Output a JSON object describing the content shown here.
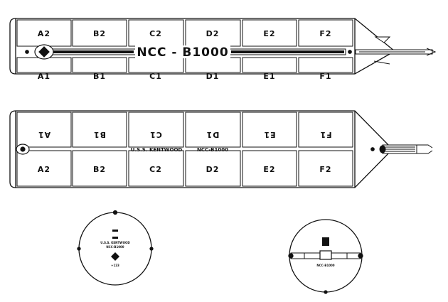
{
  "drawing": {
    "color_line": "#111111",
    "color_paper": "#ffffff"
  },
  "top_view": {
    "panels_top_row": [
      "A2",
      "B2",
      "C2",
      "D2",
      "E2",
      "F2"
    ],
    "panels_bottom_row": [
      "A1",
      "B1",
      "C1",
      "D1",
      "E1",
      "F1"
    ],
    "registry": "NCC - B1000"
  },
  "bottom_view": {
    "panels_top_row": [
      "A1",
      "B1",
      "C1",
      "D1",
      "E1",
      "F1"
    ],
    "panels_bottom_row": [
      "A2",
      "B2",
      "C2",
      "D2",
      "E2",
      "F2"
    ],
    "name_label": "U.S.S. KENTWOOD",
    "registry_label": "NCC-B1000"
  },
  "end_view_aft": {
    "line1": "U.S.S. KENTWOOD",
    "line2": "NCC-B1000",
    "line3": "+123"
  },
  "end_view_fore": {
    "caption": "NCC-B1000"
  }
}
